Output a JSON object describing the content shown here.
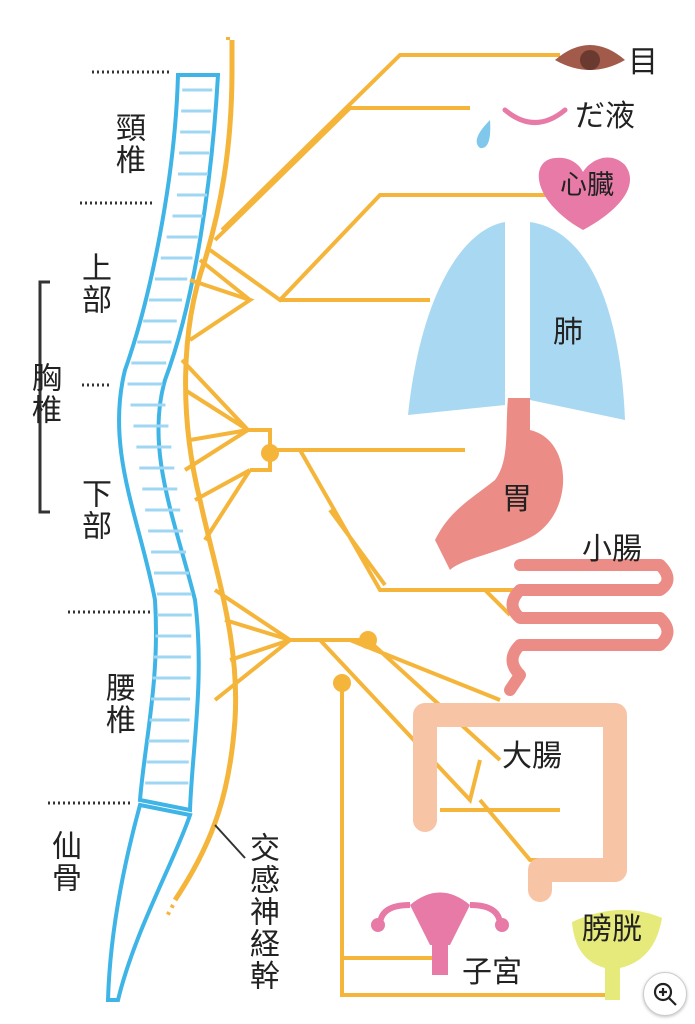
{
  "spine": {
    "cervical": "頸椎",
    "thoracic": "胸椎",
    "thoracic_upper": "上部",
    "thoracic_lower": "下部",
    "lumbar": "腰椎",
    "sacrum": "仙骨"
  },
  "nerve_label": "交感神経幹",
  "organs": {
    "eye": "目",
    "saliva": "だ液",
    "heart": "心臓",
    "lung": "肺",
    "stomach": "胃",
    "small_intestine": "小腸",
    "large_intestine": "大腸",
    "uterus": "子宮",
    "bladder": "膀胱"
  },
  "colors": {
    "spine": "#3fb4e6",
    "nerve": "#f5b53a",
    "lung": "#a9d8f2",
    "stomach": "#ec8c86",
    "heart": "#e77aa6",
    "large_intestine": "#f7c4a6",
    "bladder": "#e6ea7a"
  },
  "zoom_icon": "zoom-in-icon"
}
